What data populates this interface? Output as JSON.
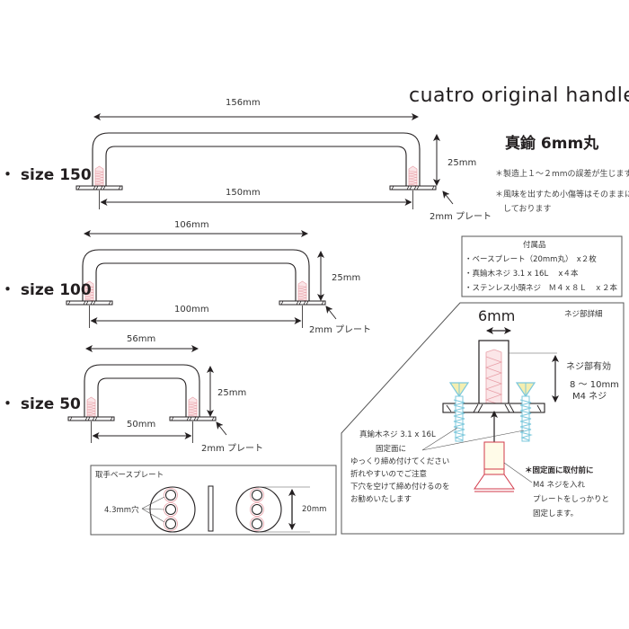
{
  "header": {
    "title": "cuatro  original  handle",
    "material": "真鍮 6mm丸"
  },
  "notes": [
    "＊製造上１～２mmの誤差が生じます",
    "＊風味を出すため小傷等はそのままに",
    "　しております"
  ],
  "handles": [
    {
      "label": "・ size 150",
      "outer_width": "156mm",
      "pitch": "150mm",
      "height": "25mm",
      "plate": "2mm プレート"
    },
    {
      "label": "・ size 100",
      "outer_width": "106mm",
      "pitch": "100mm",
      "height": "25mm",
      "plate": "2mm プレート"
    },
    {
      "label": "・ size 50",
      "outer_width": "56mm",
      "pitch": "50mm",
      "height": "25mm",
      "plate": "2mm プレート"
    }
  ],
  "accessories": {
    "title": "付属品",
    "items": [
      "・ベースプレート（20mm丸）　x２枚",
      "・真鍮木ネジ 3.1 x 16L　 x４本",
      "・ステンレス小頭ネジ　Ｍ４ｘ８Ｌ　ｘ２本"
    ]
  },
  "screw_detail": {
    "title": "ネジ部詳細",
    "diameter": "6mm",
    "thread_label": "ネジ部有効",
    "thread_length": "8 ～ 10mm",
    "thread_type": "M4 ネジ",
    "wood_screw": "真鍮木ネジ 3.1 x 16L",
    "wood_screw_notes": [
      "固定面に",
      "ゆっくり締め付けてください",
      "折れやすいのでご注意",
      "下穴を空けて締め付けるのを",
      "お勧めいたします"
    ],
    "mount_heading": "＊固定面に取付前に",
    "mount_notes": [
      "M4 ネジを入れ",
      "プレートをしっかりと",
      "固定します。"
    ]
  },
  "base_plate": {
    "title": "取手ベースプレート",
    "hole_label": "4.3mm穴",
    "diameter": "20mm"
  },
  "colors": {
    "line": "#231f20",
    "thread_pink": "#e8a0a8",
    "thread_fill": "#fbe6e8",
    "screw_blue": "#7cc8dc",
    "screw_yellow": "#f4eeb0",
    "nut_red": "#d23a4a"
  }
}
